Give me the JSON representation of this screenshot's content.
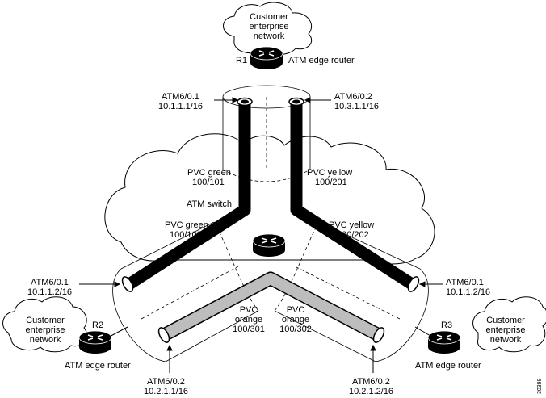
{
  "colors": {
    "background": "#ffffff",
    "line": "#000000",
    "pvc_green": "#000000",
    "pvc_yellow": "#000000",
    "pvc_orange": "#bdbdbd",
    "router_body": "#000000"
  },
  "clouds": {
    "top": [
      "Customer",
      "enterprise",
      "network"
    ],
    "left": [
      "Customer",
      "enterprise",
      "network"
    ],
    "right": [
      "Customer",
      "enterprise",
      "network"
    ]
  },
  "routers": {
    "r1": {
      "name": "R1",
      "role": "ATM edge router",
      "icon": "router-icon"
    },
    "r2": {
      "name": "R2",
      "role": "ATM edge router",
      "icon": "router-icon"
    },
    "r3": {
      "name": "R3",
      "role": "ATM edge router",
      "icon": "router-icon"
    },
    "switch": {
      "name": "ATM switch",
      "icon": "atm-switch-icon"
    }
  },
  "interfaces": {
    "r1_if1": {
      "name": "ATM6/0.1",
      "ip": "10.1.1.1/16"
    },
    "r1_if2": {
      "name": "ATM6/0.2",
      "ip": "10.3.1.1/16"
    },
    "r2_if1": {
      "name": "ATM6/0.1",
      "ip": "10.1.1.2/16"
    },
    "r2_if2": {
      "name": "ATM6/0.2",
      "ip": "10.2.1.1/16"
    },
    "r3_if1": {
      "name": "ATM6/0.1",
      "ip": "10.1.1.2/16"
    },
    "r3_if2": {
      "name": "ATM6/0.2",
      "ip": "10.2.1.2/16"
    }
  },
  "pvcs": {
    "green_top": [
      "PVC green",
      "100/101"
    ],
    "green_bottom": [
      "PVC green",
      "100/102"
    ],
    "yellow_top": [
      "PVC yellow",
      "100/201"
    ],
    "yellow_bottom": [
      "PVC yellow",
      "100/202"
    ],
    "orange_left": [
      "PVC",
      "orange",
      "100/301"
    ],
    "orange_right": [
      "PVC",
      "orange",
      "100/302"
    ]
  },
  "figure_id": "30399"
}
